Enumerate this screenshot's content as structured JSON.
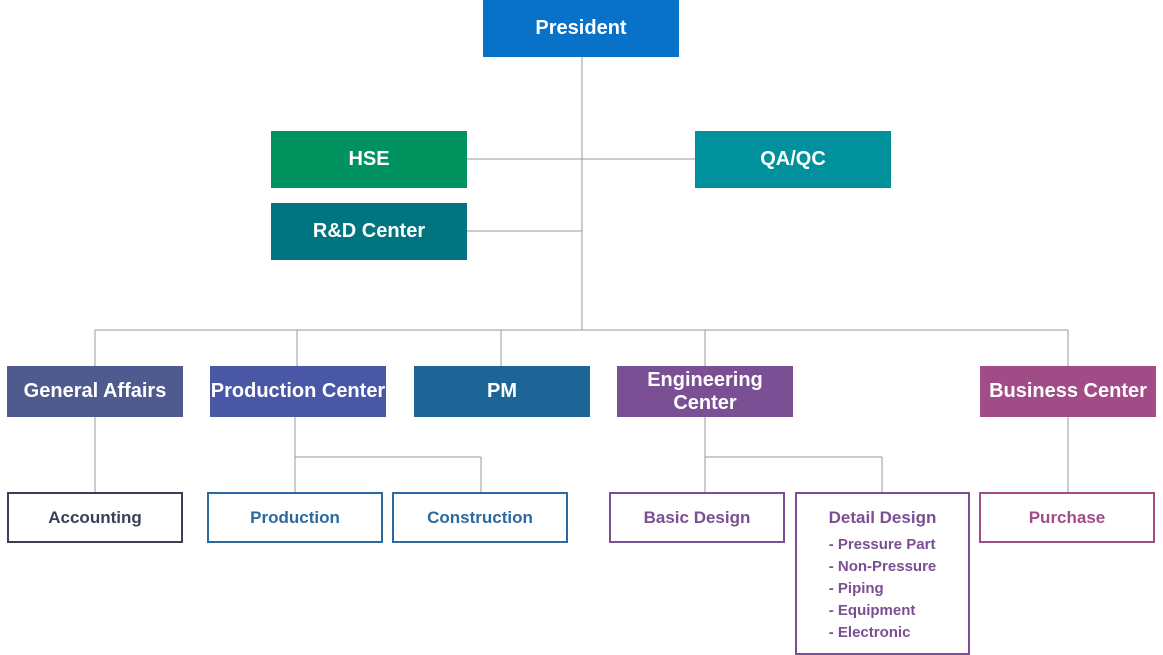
{
  "president": "President",
  "hse": "HSE",
  "qaqc": "QA/QC",
  "rd_center": "R&D Center",
  "departments": {
    "general_affairs": "General Affairs",
    "production_center": "Production Center",
    "pm": "PM",
    "engineering_center": "Engineering Center",
    "business_center": "Business Center"
  },
  "sub_units": {
    "accounting": "Accounting",
    "production": "Production",
    "construction": "Construction",
    "basic_design": "Basic Design",
    "detail_design": {
      "title": "Detail Design",
      "items": [
        "- Pressure Part",
        "- Non-Pressure",
        "- Piping",
        "- Equipment",
        "- Electronic"
      ]
    },
    "purchase": "Purchase"
  },
  "colors": {
    "president": "#0772c7",
    "hse": "#00925f",
    "qaqc": "#00919c",
    "rd_center": "#00747f",
    "general_affairs": "#4f5a8e",
    "production_center": "#4a57a7",
    "pm": "#1d6497",
    "engineering_center": "#7a4f93",
    "business_center": "#a24c87",
    "accounting": "#3b3f55",
    "production_outline": "#2a6a9e",
    "engineering_outline": "#7a4f93",
    "business_outline": "#a24c87",
    "connector": "#9a9a9a"
  }
}
